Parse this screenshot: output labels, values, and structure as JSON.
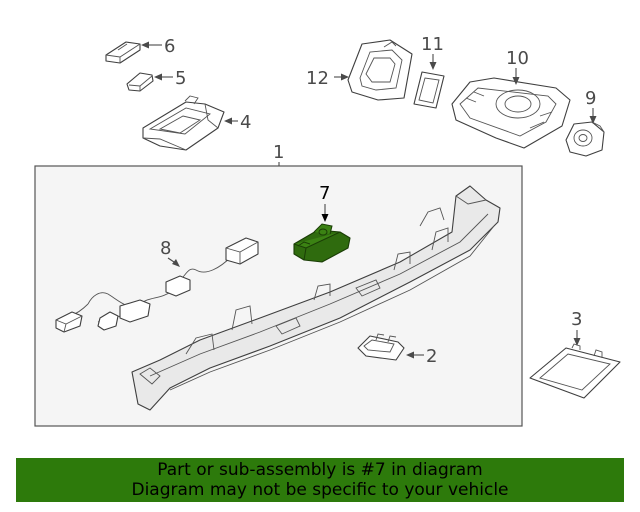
{
  "callouts": {
    "c1": "1",
    "c2": "2",
    "c3": "3",
    "c4": "4",
    "c5": "5",
    "c6": "6",
    "c7": "7",
    "c8": "8",
    "c9": "9",
    "c10": "10",
    "c11": "11",
    "c12": "12"
  },
  "highlight_color": "#2d7a0b",
  "banner": {
    "line1": "Part or sub-assembly is #7 in diagram",
    "line2": "Diagram may not be specific to your vehicle"
  }
}
